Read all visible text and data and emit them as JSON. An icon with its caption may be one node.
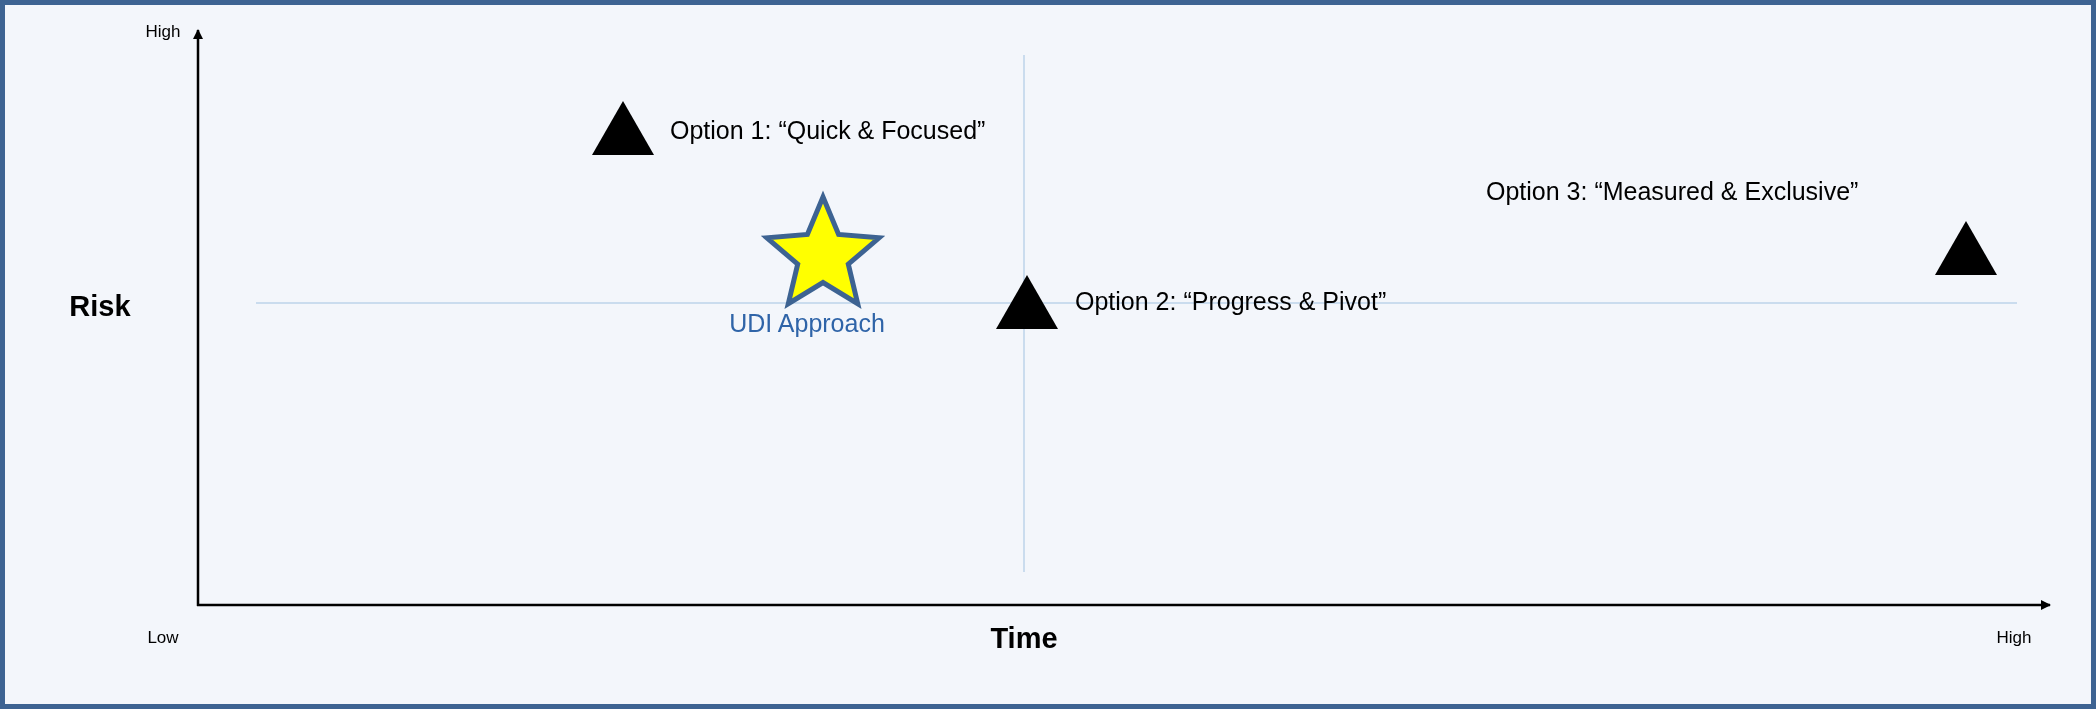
{
  "diagram": {
    "nodes": [
      {
        "text": [],
        "shape": "triangle",
        "beside": [
          "Option 1: “Quick & Focused”"
        ]
      },
      {
        "text": [],
        "shape": "star",
        "beside": [
          "UDI Approach"
        ]
      },
      {
        "text": [],
        "shape": "triangle",
        "beside": [
          "Option 2: “Progress & Pivot”"
        ]
      },
      {
        "text": [],
        "shape": "triangle",
        "beside": [
          "Option 3: “Measured & Exclusive”"
        ]
      }
    ],
    "labels": [
      "High",
      "Risk",
      "Low",
      "Time",
      "High"
    ]
  }
}
